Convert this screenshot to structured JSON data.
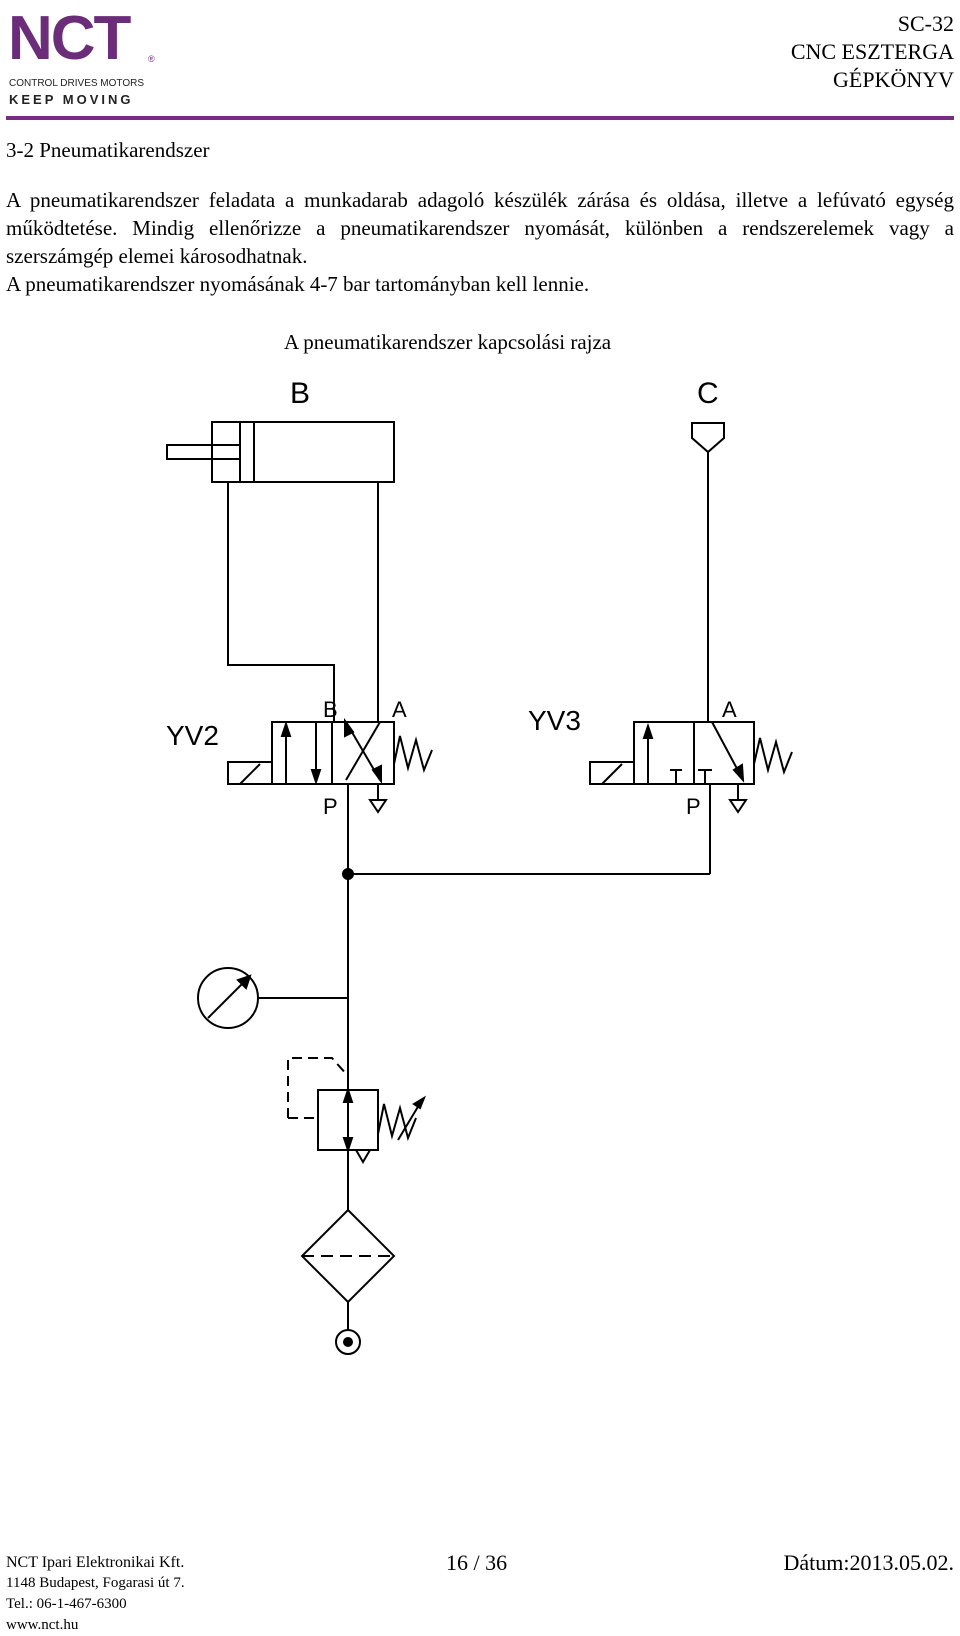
{
  "header": {
    "logo_text": "NCT",
    "logo_registered": "®",
    "logo_tagline": "CONTROL DRIVES MOTORS",
    "logo_slogan": "KEEP MOVING",
    "doc_code": "SC-32",
    "doc_title_1": "CNC ESZTERGA",
    "doc_title_2": "GÉPKÖNYV",
    "accent_color": "#7b2a86"
  },
  "section_title": "3-2 Pneumatikarendszer",
  "paragraphs": [
    "A pneumatikarendszer feladata a munkadarab adagoló készülék zárása és oldása, illetve a lefúvató egység működtetése. Mindig ellenőrizze a pneumatikarendszer nyomását, különben a rendszerelemek vagy a szerszámgép elemei károsodhatnak.",
    "A pneumatikarendszer nyomásának 4-7 bar tartományban kell lennie."
  ],
  "diagram": {
    "caption": "A pneumatikarendszer kapcsolási rajza",
    "labels": {
      "port_b": "B",
      "port_c": "C",
      "valve_1": "YV2",
      "valve_2": "YV3",
      "yv2_b": "B",
      "yv2_a": "A",
      "yv2_p": "P",
      "yv3_a": "A",
      "yv3_p": "P"
    }
  },
  "footer": {
    "company": "NCT Ipari Elektronikai Kft.",
    "address": "1148 Budapest, Fogarasi út 7.",
    "phone": "Tel.: 06-1-467-6300",
    "web": "www.nct.hu",
    "page": "16 / 36",
    "date": "Dátum:2013.05.02."
  }
}
